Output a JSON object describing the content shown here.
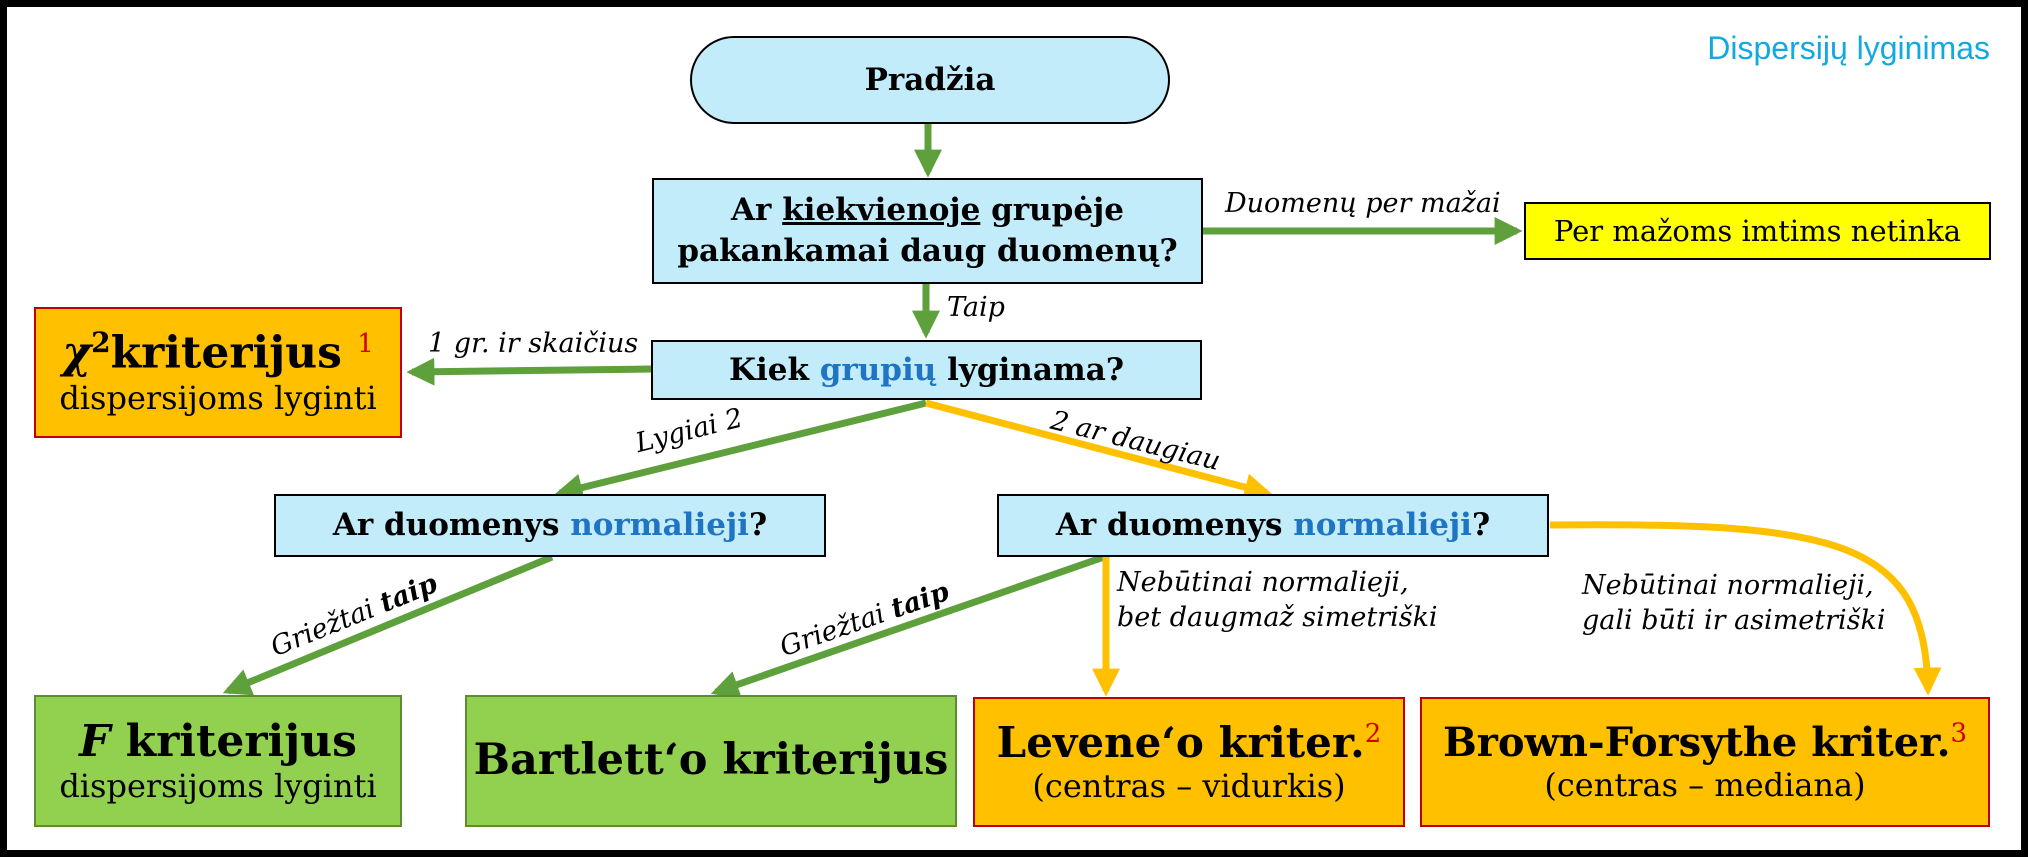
{
  "title": "Dispersijų lyginimas",
  "colors": {
    "green_arrow": "#5ea03c",
    "yellow_arrow": "#ffc000",
    "question_fill": "#c3ecfa",
    "method_green": "#92d050",
    "method_orange": "#ffc000",
    "accent_blue": "#1f75c3",
    "title_blue": "#12a8e0"
  },
  "nodes": {
    "start": "Pradžia",
    "q_enough": {
      "prefix": "Ar",
      "underline": "kiekvienoje",
      "mid": "grupėje",
      "line2": "pakankamai daug duomenų?"
    },
    "too_small": "Per mažoms imtims netinka",
    "q_groups": {
      "prefix": "Kiek",
      "highlight": "grupių",
      "suffix": "lyginama?"
    },
    "chi": {
      "symbol": "χ",
      "exp": "2",
      "word": "kriterijus",
      "ref": "1",
      "sub": "dispersijoms lyginti"
    },
    "q_normal_left": {
      "prefix": "Ar duomenys",
      "highlight": "normalieji",
      "suffix": "?"
    },
    "q_normal_right": {
      "prefix": "Ar duomenys",
      "highlight": "normalieji",
      "suffix": "?"
    },
    "f_test": {
      "letter": "F",
      "word": "kriterijus",
      "sub": "dispersijoms lyginti"
    },
    "bartlett": "Bartlett‘o kriterijus",
    "levene": {
      "main": "Levene‘o kriter.",
      "ref": "2",
      "sub": "(centras – vidurkis)"
    },
    "brown": {
      "main": "Brown-Forsythe kriter.",
      "ref": "3",
      "sub": "(centras – mediana)"
    }
  },
  "edge_labels": {
    "too_little_data": "Duomenų per mažai",
    "yes": "Taip",
    "one_group": "1 gr. ir skaičius",
    "exactly_two": "Lygiai 2",
    "two_or_more": "2 ar daugiau",
    "strictly_yes_left": {
      "prefix": "Griežtai",
      "bold": "taip"
    },
    "strictly_yes_right": {
      "prefix": "Griežtai",
      "bold": "taip"
    },
    "not_normal_symmetric": [
      "Nebūtinai normalieji,",
      "bet daugmaž simetriški"
    ],
    "not_normal_asymmetric": [
      "Nebūtinai normalieji,",
      "gali būti ir asimetriški"
    ]
  }
}
